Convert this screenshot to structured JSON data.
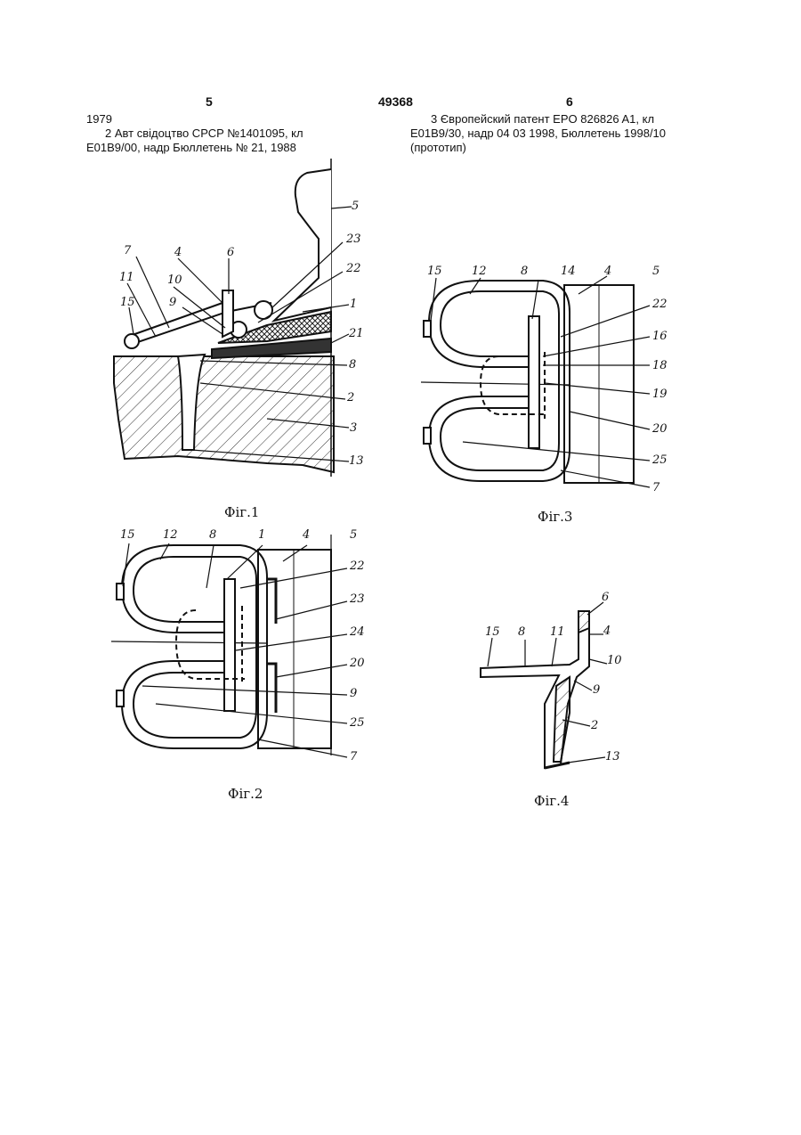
{
  "header": {
    "left_page": "5",
    "center_number": "49368",
    "right_page": "6"
  },
  "references": {
    "left": [
      {
        "text": "1979"
      },
      {
        "text": "2  Авт   свідоцтво  СРСР  №1401095,  кл"
      },
      {
        "text": "E01B9/00, надр  Бюллетень № 21, 1988"
      }
    ],
    "right": [
      {
        "text": "3  Європейский  патент  EPO  826826  A1,  кл"
      },
      {
        "text": "E01B9/30,  надр   04 03 1998,  Бюллетень  1998/10"
      },
      {
        "text": "(прототип)"
      }
    ]
  },
  "figures": [
    {
      "caption": "Фіг.1",
      "labels": [
        "7",
        "4",
        "6",
        "11",
        "10",
        "15",
        "9",
        "5",
        "23",
        "22",
        "1",
        "21",
        "8",
        "2",
        "3",
        "13"
      ]
    },
    {
      "caption": "Фіг.2",
      "labels": [
        "15",
        "12",
        "8",
        "1",
        "4",
        "5",
        "22",
        "23",
        "24",
        "20",
        "9",
        "25",
        "7"
      ]
    },
    {
      "caption": "Фіг.3",
      "labels": [
        "15",
        "12",
        "8",
        "14",
        "4",
        "5",
        "22",
        "16",
        "18",
        "19",
        "20",
        "25",
        "7"
      ]
    },
    {
      "caption": "Фіг.4",
      "labels": [
        "6",
        "15",
        "8",
        "11",
        "4",
        "10",
        "9",
        "2",
        "13"
      ]
    }
  ]
}
